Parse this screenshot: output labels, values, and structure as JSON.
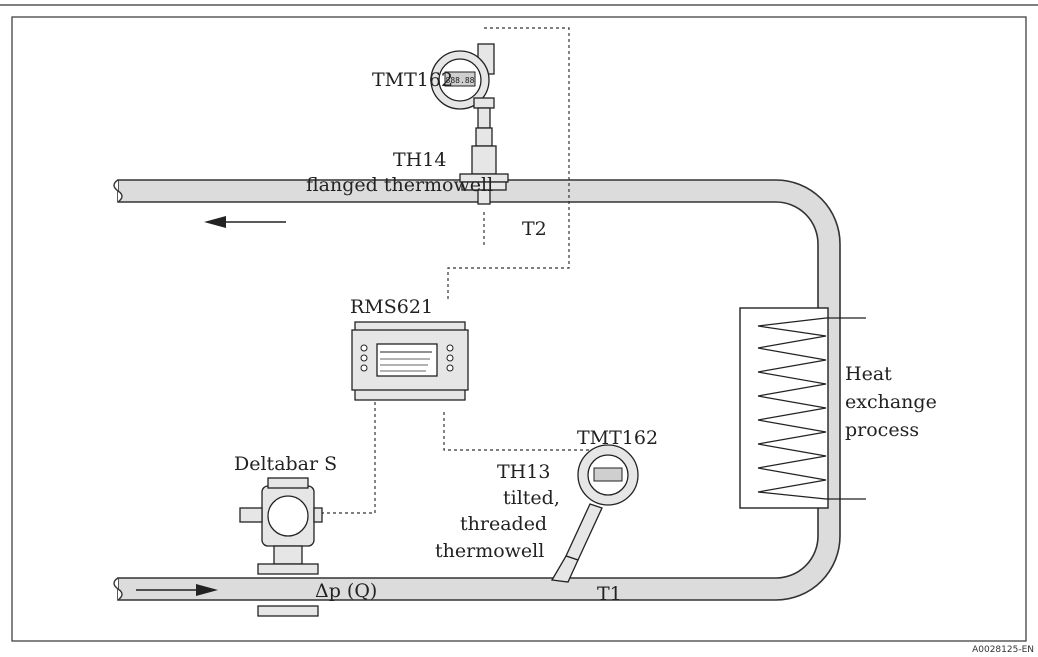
{
  "labels": {
    "tmt162_top": "TMT162",
    "th14_line1": "TH14",
    "th14_line2": "flanged thermowell",
    "t2": "T2",
    "rms621": "RMS621",
    "heat_line1": "Heat",
    "heat_line2": "exchange",
    "heat_line3": "process",
    "tmt162_bottom": "TMT162",
    "th13_line1": "TH13",
    "th13_line2": "tilted,",
    "th13_line3": "threaded",
    "th13_line4": "thermowell",
    "deltabar": "Deltabar S",
    "dp": "Δp (Q)",
    "t1": "T1",
    "figure_code": "A0028125-EN"
  },
  "colors": {
    "pipe_fill": "#dcdcdc",
    "outline": "#222222",
    "device_fill": "#e6e6e6"
  }
}
